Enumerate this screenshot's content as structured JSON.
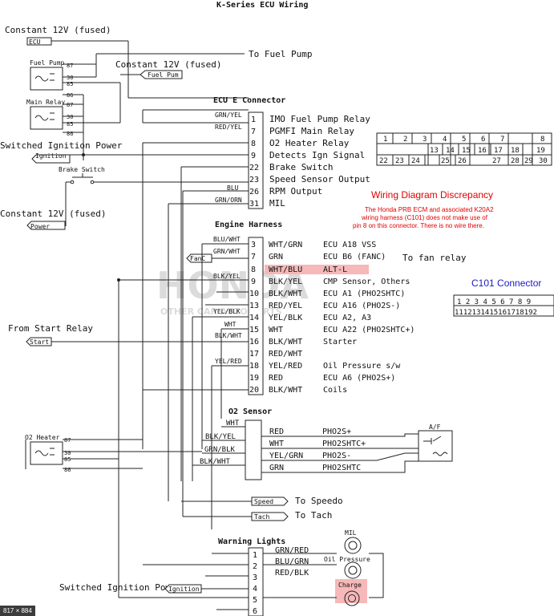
{
  "title": "K-Series ECU Wiring",
  "size_badge": "817 × 884",
  "watermark": {
    "main": "HONDA",
    "sub": "OTHER CAR AUTO PARTS"
  },
  "top_labels": {
    "constant_12v_fused_1": "Constant 12V (fused)",
    "ecu": "ECU",
    "fuel_pump_relay": "Fuel Pump",
    "constant_12v_fused_2": "Constant 12V (fused)",
    "to_fuel_pump": "To Fuel Pump",
    "fuel_pump_tag": "Fuel Pum",
    "main_relay": "Main Relay",
    "switched_ignition_power": "Switched Ignition Power",
    "ignition": "Ignition",
    "brake_switch": "Brake Switch",
    "constant_12v_fused_3": "Constant 12V (fused)",
    "power": "Power",
    "from_start_relay": "From Start Relay",
    "start": "Start",
    "o2_heater": "O2 Heater",
    "switched_ignition_power_2": "Switched Ignition Power",
    "ignition_2": "Ignition"
  },
  "relay_pins": {
    "fuel_pump": [
      "87",
      "30",
      "85",
      "86"
    ],
    "main": [
      "87",
      "30",
      "85",
      "86"
    ],
    "o2_heater": [
      "87",
      "30",
      "85",
      "86"
    ]
  },
  "ecu_e_connector": {
    "title": "ECU E Connector",
    "pins": [
      {
        "wire": "GRN/YEL",
        "num": "1",
        "desc": "IMO Fuel Pump Relay"
      },
      {
        "wire": "RED/YEL",
        "num": "7",
        "desc": "PGMFI Main Relay"
      },
      {
        "wire": "",
        "num": "8",
        "desc": "O2 Heater Relay"
      },
      {
        "wire": "",
        "num": "9",
        "desc": "Detects Ign Signal"
      },
      {
        "wire": "",
        "num": "22",
        "desc": "Brake Switch"
      },
      {
        "wire": "",
        "num": "23",
        "desc": "Speed Sensor Output"
      },
      {
        "wire": "BLU",
        "num": "26",
        "desc": "RPM Output"
      },
      {
        "wire": "GRN/ORN",
        "num": "31",
        "desc": "MIL"
      }
    ]
  },
  "e_connector_grid": {
    "top_row": [
      "1",
      "2",
      "3",
      "4",
      "5",
      "6",
      "7",
      "",
      "8"
    ],
    "mid_row": [
      "13",
      "14",
      "15",
      "16",
      "17",
      "18",
      "19"
    ],
    "bottom_row": [
      "22",
      "23",
      "24",
      "25",
      "26",
      "27",
      "28",
      "29",
      "30"
    ]
  },
  "discrepancy": {
    "title": "Wiring Diagram Discrepancy",
    "body": [
      "The Honda PRB ECM and associated K20A2",
      "wiring harness (C101) does not make use of",
      "pin 8 on this connector. There is no wire there."
    ]
  },
  "c101": {
    "title": "C101 Connector",
    "top": "1 2 3 4 5 6 7 8 9",
    "bottom": "1112131415161718192"
  },
  "engine_harness": {
    "title": "Engine Harness",
    "fan_tag": "FanC",
    "to_fan_relay": "To fan relay",
    "pins": [
      {
        "wire": "BLU/WHT",
        "num": "3",
        "color": "WHT/GRN",
        "desc": "ECU A18 VSS"
      },
      {
        "wire": "GRN/WHT",
        "num": "7",
        "color": "GRN",
        "desc": "ECU B6 (FANC)"
      },
      {
        "wire": "",
        "num": "8",
        "color": "WHT/BLU",
        "desc": "ALT-L"
      },
      {
        "wire": "BLK/YEL",
        "num": "9",
        "color": "BLK/YEL",
        "desc": "CMP Sensor, Others"
      },
      {
        "wire": "",
        "num": "10",
        "color": "BLK/WHT",
        "desc": "ECU A1 (PHO2SHTC)"
      },
      {
        "wire": "",
        "num": "13",
        "color": "RED/YEL",
        "desc": "ECU A16 (PHO2S-)"
      },
      {
        "wire": "YEL/BLK",
        "num": "14",
        "color": "YEL/BLK",
        "desc": "ECU A2, A3"
      },
      {
        "wire": "WHT",
        "num": "15",
        "color": "WHT",
        "desc": "ECU A22 (PHO2SHTC+)"
      },
      {
        "wire": "BLK/WHT",
        "num": "16",
        "color": "BLK/WHT",
        "desc": "Starter"
      },
      {
        "wire": "",
        "num": "17",
        "color": "RED/WHT",
        "desc": ""
      },
      {
        "wire": "YEL/RED",
        "num": "18",
        "color": "YEL/RED",
        "desc": "Oil Pressure s/w"
      },
      {
        "wire": "",
        "num": "19",
        "color": "RED",
        "desc": "ECU A6 (PHO2S+)"
      },
      {
        "wire": "",
        "num": "20",
        "color": "BLK/WHT",
        "desc": "Coils"
      }
    ]
  },
  "o2_sensor": {
    "title": "O2 Sensor",
    "left_wires": [
      "WHT",
      "BLK/YEL",
      "GRN/BLK",
      "BLK/WHT"
    ],
    "pins": [
      {
        "color": "RED",
        "desc": "PHO2S+"
      },
      {
        "color": "WHT",
        "desc": "PHO2SHTC+"
      },
      {
        "color": "YEL/GRN",
        "desc": "PHO2S-"
      },
      {
        "color": "GRN",
        "desc": "PHO2SHTC"
      }
    ],
    "af_label": "A/F"
  },
  "outputs": {
    "speed": "Speed",
    "to_speedo": "To Speedo",
    "tach": "Tach",
    "to_tach": "To Tach"
  },
  "warning_lights": {
    "title": "Warning Lights",
    "pins": [
      "1",
      "2",
      "3",
      "4",
      "5",
      "6"
    ],
    "wires": [
      "GRN/RED",
      "BLU/GRN",
      "RED/BLK"
    ],
    "mil": "MIL",
    "oil_pressure": "Oil Pressure",
    "charge": "Charge"
  },
  "colors": {
    "highlight": "#f6b8b8",
    "discrepancy": "#e00000",
    "c101": "#1a1acc",
    "ink": "#222222"
  }
}
